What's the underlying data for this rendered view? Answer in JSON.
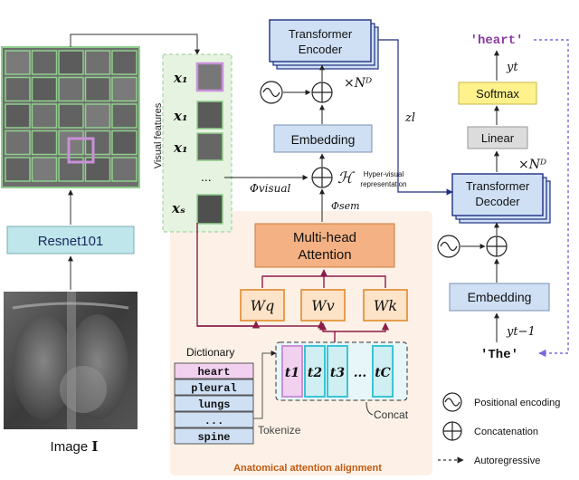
{
  "image_label": {
    "prefix": "Image ",
    "symbol": "I"
  },
  "resnet_label": "Resnet101",
  "visual_features_label": "Visual features",
  "feature_symbols": [
    "x₁",
    "x₁",
    "x₁",
    "xₛ"
  ],
  "feature_ellipsis": "...",
  "phi_visual": "Φvisual",
  "phi_sem": "Φsem",
  "hyper_symbol": "ℋ",
  "hyper_label_line1": "Hyper-visual",
  "hyper_label_line2": "representation",
  "encoder": {
    "line1": "Transformer",
    "line2": "Encoder",
    "repeat": "×Nᴰ"
  },
  "embedding_label": "Embedding",
  "mha": {
    "line1": "Multi-head",
    "line2": "Attention"
  },
  "weights": [
    "Wq",
    "Wv",
    "Wk"
  ],
  "z_label": "zl",
  "decoder": {
    "line1": "Transformer",
    "line2": "Decoder",
    "repeat": "×Nᴰ"
  },
  "linear_label": "Linear",
  "softmax_label": "Softmax",
  "y_t": "yt",
  "y_t_minus_1": "yt−1",
  "output_word": "'heart'",
  "input_word": "'The'",
  "dictionary": {
    "title": "Dictionary",
    "words": [
      "heart",
      "pleural",
      "lungs",
      "...",
      "spine"
    ]
  },
  "tokens": [
    "t1",
    "t2",
    "t3",
    "...",
    "tC"
  ],
  "tokenize_label": "Tokenize",
  "concat_label": "Concat",
  "section_title": "Anatomical attention alignment",
  "legend": {
    "positional": "Positional encoding",
    "concat": "Concatenation",
    "autoregressive": "Autoregressive"
  },
  "colors": {
    "section_bg": "#fdf1e7",
    "grid_green": "#8fd08c",
    "resnet_fill": "#bfe6ea",
    "box_blue": "#cfe0f5",
    "box_blue_stroke": "#7a8fb0",
    "mha_fill": "#f4b183",
    "w_fill": "#fde3c8",
    "w_stroke": "#e08a2c",
    "softmax_fill": "#fff18c",
    "linear_fill": "#dcdcdc",
    "maroon": "#8b1c4a",
    "accent_text": "#c05a10",
    "word_purple": "#8a3aa0",
    "dashed_purple": "#7a6ad8",
    "navy": "#1f2f80",
    "token_teal": "#3cc4d4",
    "token_fill": "#cfeff3",
    "heart_fill": "#f2d0ef"
  }
}
